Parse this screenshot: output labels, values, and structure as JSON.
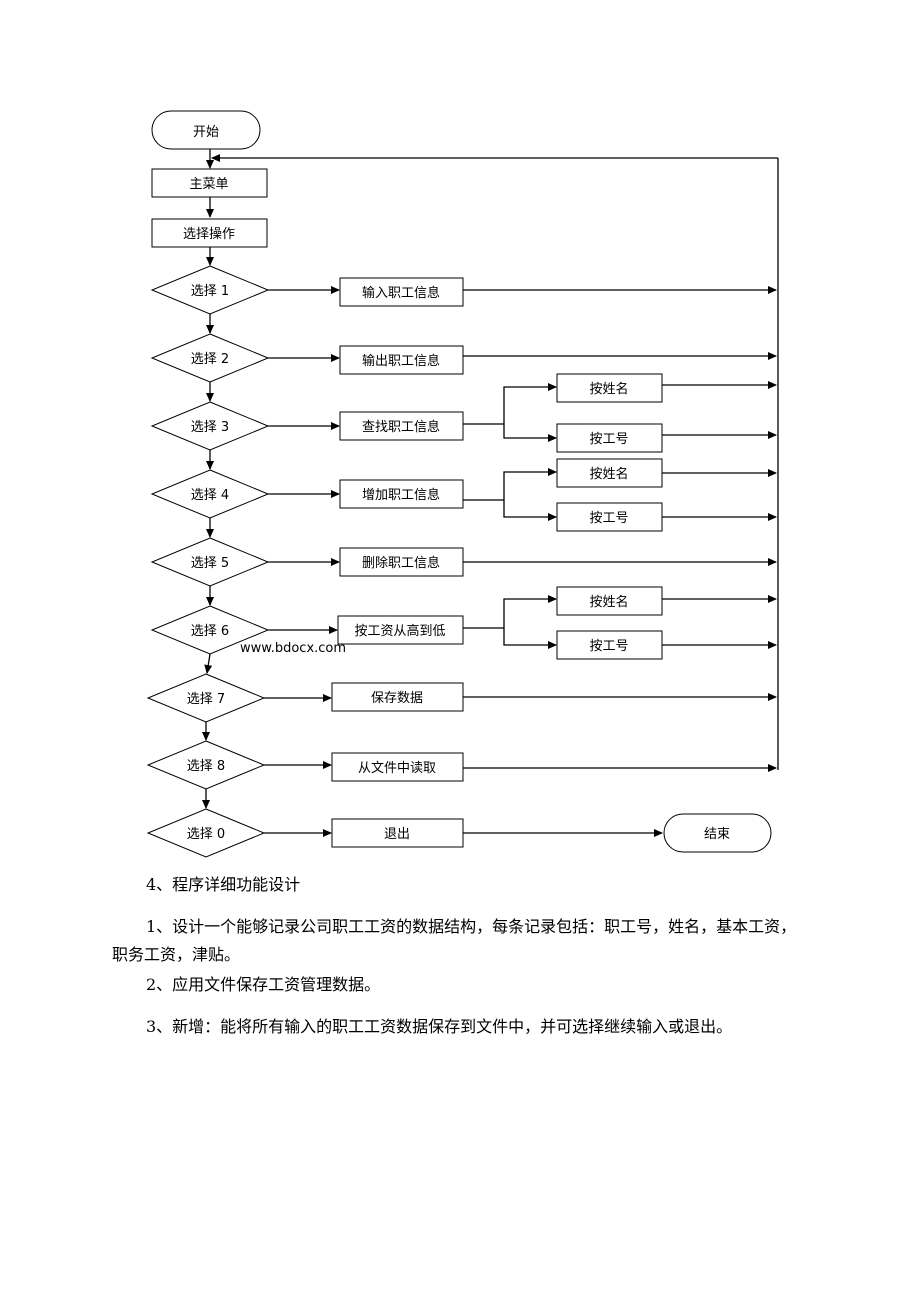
{
  "flowchart": {
    "start": "开始",
    "end": "结束",
    "main_menu": "主菜单",
    "select_op": "选择操作",
    "choices": [
      "选择 1",
      "选择 2",
      "选择 3",
      "选择 4",
      "选择 5",
      "选择 6",
      "选择 7",
      "选择 8",
      "选择 0"
    ],
    "actions": [
      "输入职工信息",
      "输出职工信息",
      "查找职工信息",
      "增加职工信息",
      "删除职工信息",
      "按工资从高到低",
      "保存数据",
      "从文件中读取",
      "退出"
    ],
    "sub_by_name": "按姓名",
    "sub_by_id": "按工号",
    "watermark": "www.bdocx.com"
  },
  "section": {
    "heading": "4、程序详细功能设计",
    "p1": "1、设计一个能够记录公司职工工资的数据结构，每条记录包括：职工号，姓名，基本工资，职务工资，津贴。",
    "p2": "2、应用文件保存工资管理数据。",
    "p3": "3、新增：能将所有输入的职工工资数据保存到文件中，并可选择继续输入或退出。"
  }
}
